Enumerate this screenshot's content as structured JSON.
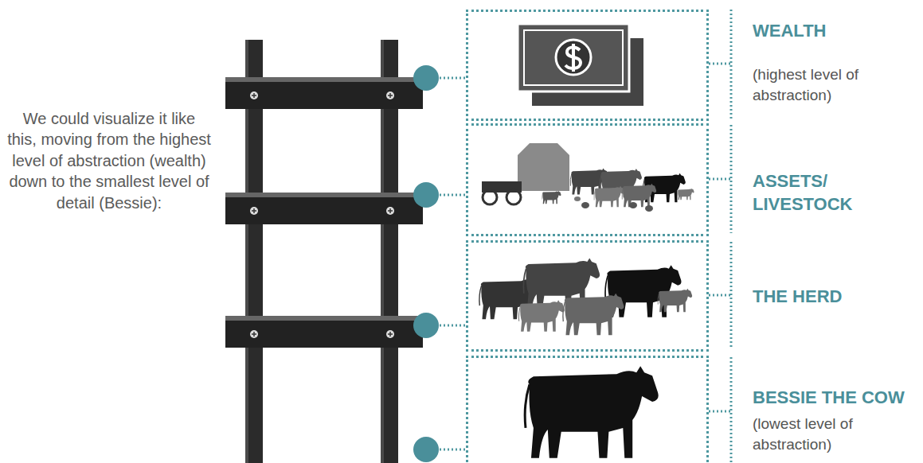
{
  "diagram": {
    "nodes": [
      {
        "text": [
          "WEALTH",
          "(highest level of abstraction)"
        ]
      },
      {
        "text": [
          "ASSETS/ LIVESTOCK"
        ]
      },
      {
        "text": [
          "THE HERD"
        ]
      },
      {
        "text": [
          "BESSIE THE COW",
          "(lowest level of abstraction)"
        ]
      }
    ],
    "labels": [
      "We could visualize it like this, moving from the highest level of abstraction (wealth) down to the smallest level of detail (Bessie):"
    ]
  }
}
